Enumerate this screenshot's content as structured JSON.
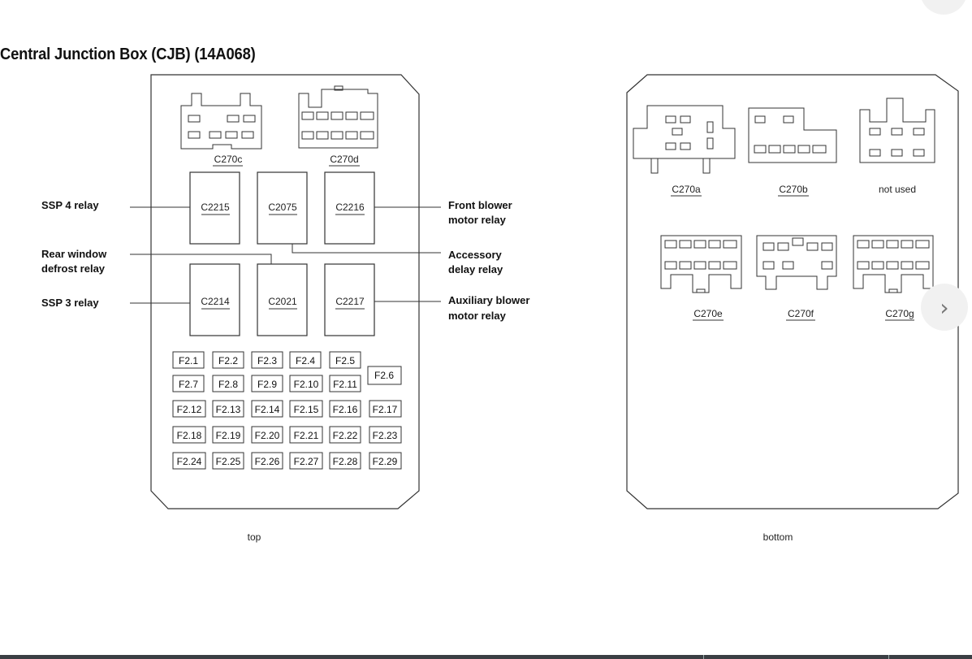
{
  "title": "Central Junction Box (CJB) (14A068)",
  "top_view": {
    "caption": "top",
    "connectors": [
      "C270c",
      "C270d"
    ],
    "relays_row1": [
      "C2215",
      "C2075",
      "C2216"
    ],
    "relays_row2": [
      "C2214",
      "C2021",
      "C2217"
    ],
    "left_labels": {
      "ssp4": "SSP 4 relay",
      "rear_window_1": "Rear window",
      "rear_window_2": "defrost relay",
      "ssp3": "SSP 3 relay"
    },
    "right_labels": {
      "front_blower_1": "Front blower",
      "front_blower_2": "motor relay",
      "accessory_1": "Accessory",
      "accessory_2": "delay relay",
      "aux_blower_1": "Auxiliary blower",
      "aux_blower_2": "motor relay"
    },
    "fuses": [
      [
        "F2.1",
        "F2.2",
        "F2.3",
        "F2.4",
        "F2.5"
      ],
      [
        "F2.7",
        "F2.8",
        "F2.9",
        "F2.10",
        "F2.11"
      ],
      [
        "F2.12",
        "F2.13",
        "F2.14",
        "F2.15",
        "F2.16",
        "F2.17"
      ],
      [
        "F2.18",
        "F2.19",
        "F2.20",
        "F2.21",
        "F2.22",
        "F2.23"
      ],
      [
        "F2.24",
        "F2.25",
        "F2.26",
        "F2.27",
        "F2.28",
        "F2.29"
      ]
    ],
    "fuse_tall": "F2.6"
  },
  "bottom_view": {
    "caption": "bottom",
    "connectors_row1": [
      "C270a",
      "C270b",
      "not used"
    ],
    "connectors_row2": [
      "C270e",
      "C270f",
      "C270g"
    ]
  },
  "controls": {
    "next_icon": "chevron-right-icon",
    "next_glyph": "›"
  }
}
